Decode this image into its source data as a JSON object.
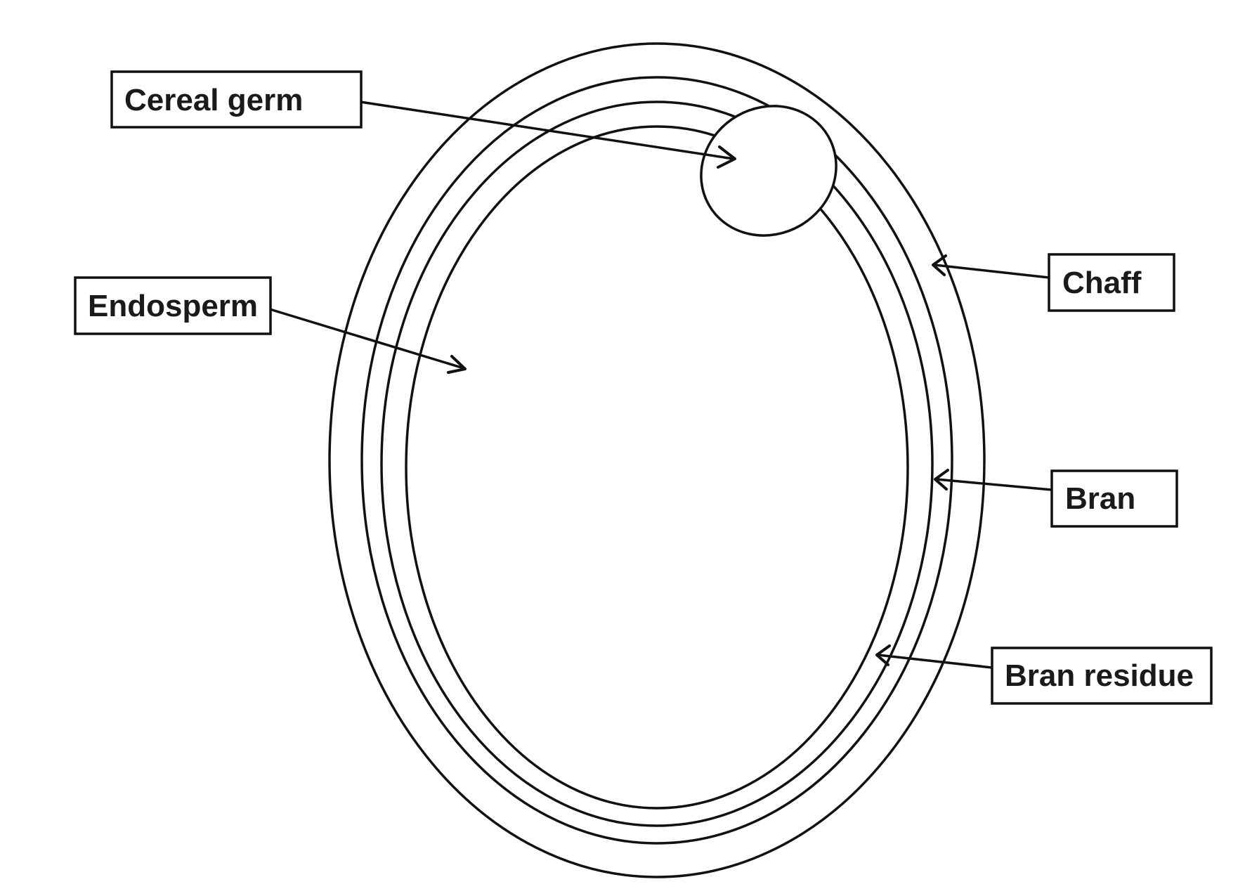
{
  "diagram": {
    "labels": {
      "cereal_germ": "Cereal germ",
      "endosperm": "Endosperm",
      "chaff": "Chaff",
      "bran": "Bran",
      "bran_residue": "Bran residue"
    },
    "colors": {
      "stroke": "#111111",
      "background": "#ffffff",
      "text": "#1a1a1a"
    }
  }
}
